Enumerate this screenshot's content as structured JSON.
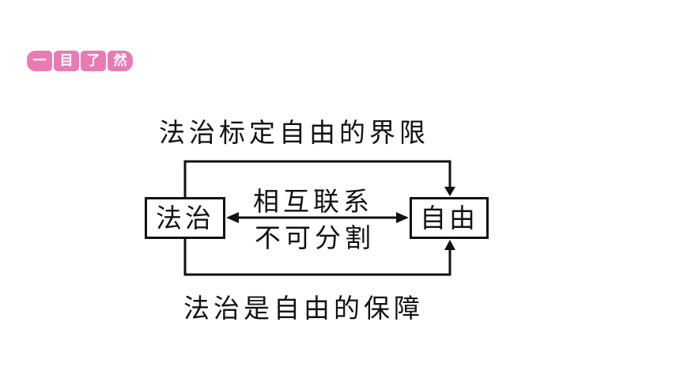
{
  "badge": {
    "chars": [
      "一",
      "目",
      "了",
      "然"
    ],
    "color": "#e87bb3"
  },
  "diagram": {
    "nodes": {
      "left": "法治",
      "right": "自由"
    },
    "top_relation": "法治标定自由的界限",
    "bottom_relation": "法治是自由的保障",
    "middle_relation_top": "相互联系",
    "middle_relation_bottom": "不可分割"
  }
}
